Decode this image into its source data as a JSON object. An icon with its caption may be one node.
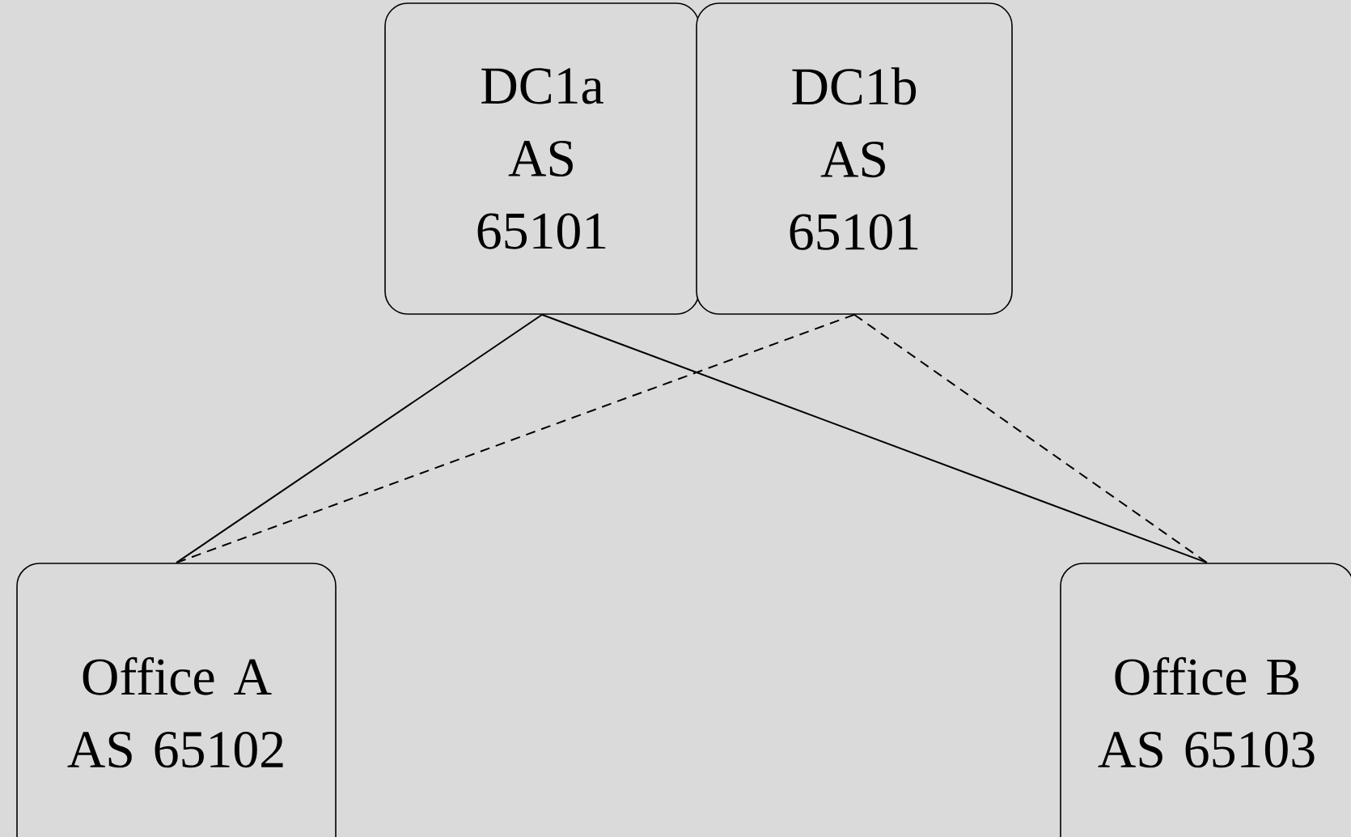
{
  "diagram": {
    "nodes": [
      {
        "text": [
          "DC1a AS 65101"
        ]
      },
      {
        "text": [
          "DC1b AS 65101"
        ]
      },
      {
        "text": [
          "Office A AS 65102"
        ]
      },
      {
        "text": [
          "Office B AS 65103"
        ]
      }
    ],
    "edges": [
      {
        "from": 0,
        "to": 2,
        "arrow": "none"
      },
      {
        "from": 0,
        "to": 3,
        "arrow": "none"
      },
      {
        "from": 1,
        "to": 2,
        "arrow": "none",
        "style": "dashed"
      },
      {
        "from": 1,
        "to": 3,
        "arrow": "none",
        "style": "dashed"
      }
    ]
  }
}
